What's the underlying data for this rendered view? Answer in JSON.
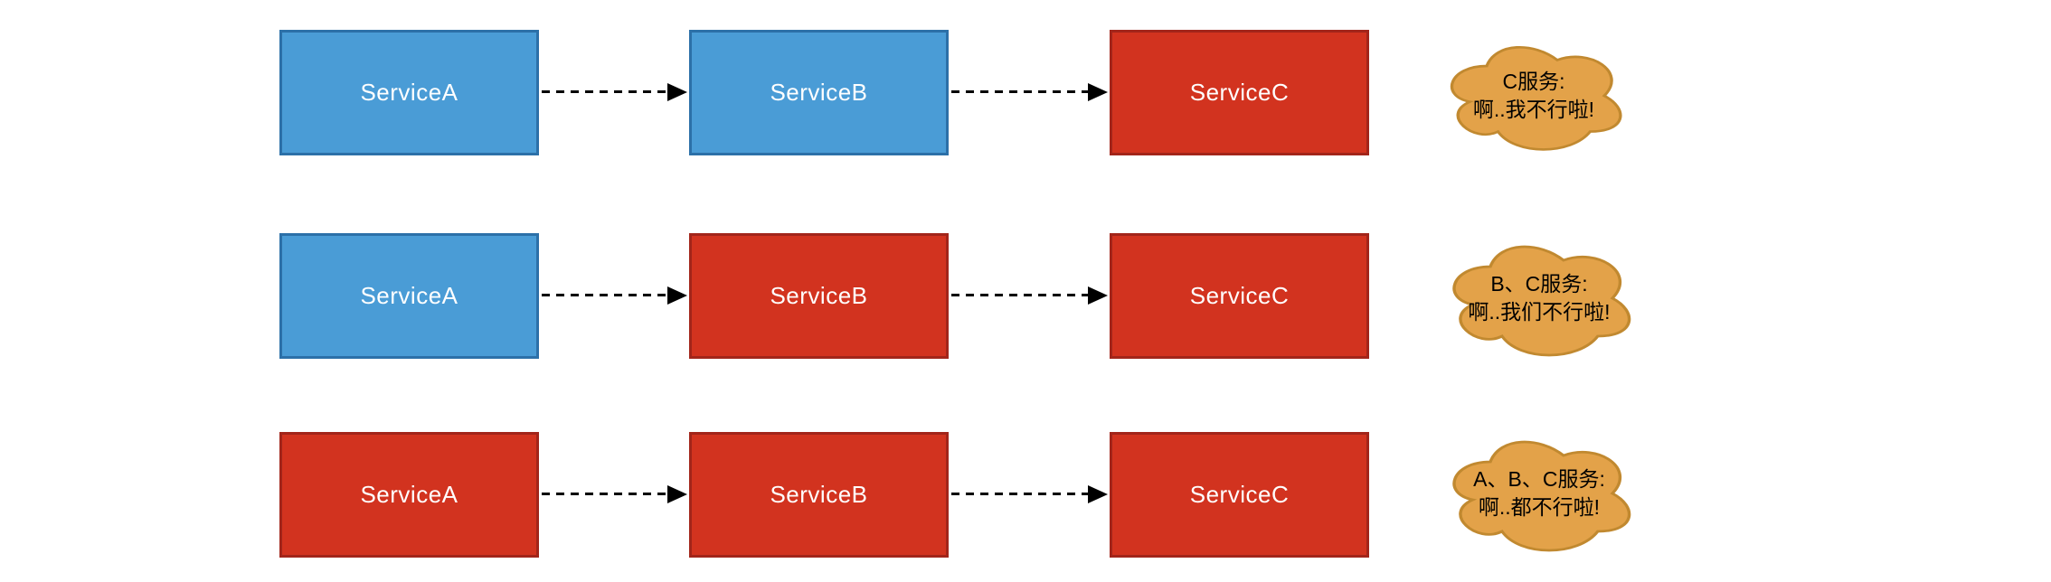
{
  "diagram_title": "service-cascade-failure-diagram",
  "colors": {
    "service_up_fill": "#4a9cd6",
    "service_up_border": "#2c70a8",
    "service_down_fill": "#d2331f",
    "service_down_border": "#a2251a",
    "cloud_fill": "#e3a249",
    "cloud_border": "#c18930",
    "arrow": "#000000",
    "box_text": "#ffffff",
    "cloud_text": "#000000"
  },
  "rows": [
    {
      "boxes": [
        {
          "label": "ServiceA",
          "status": "up",
          "fill": "#4a9cd6",
          "border": "#2c70a8"
        },
        {
          "label": "ServiceB",
          "status": "up",
          "fill": "#4a9cd6",
          "border": "#2c70a8"
        },
        {
          "label": "ServiceC",
          "status": "down",
          "fill": "#d2331f",
          "border": "#a2251a"
        }
      ],
      "cloud": {
        "line1": "C服务:",
        "line2": "啊..我不行啦!"
      }
    },
    {
      "boxes": [
        {
          "label": "ServiceA",
          "status": "up",
          "fill": "#4a9cd6",
          "border": "#2c70a8"
        },
        {
          "label": "ServiceB",
          "status": "down",
          "fill": "#d2331f",
          "border": "#a2251a"
        },
        {
          "label": "ServiceC",
          "status": "down",
          "fill": "#d2331f",
          "border": "#a2251a"
        }
      ],
      "cloud": {
        "line1": "B、C服务:",
        "line2": "啊..我们不行啦!"
      }
    },
    {
      "boxes": [
        {
          "label": "ServiceA",
          "status": "down",
          "fill": "#d2331f",
          "border": "#a2251a"
        },
        {
          "label": "ServiceB",
          "status": "down",
          "fill": "#d2331f",
          "border": "#a2251a"
        },
        {
          "label": "ServiceC",
          "status": "down",
          "fill": "#d2331f",
          "border": "#a2251a"
        }
      ],
      "cloud": {
        "line1": "A、B、C服务:",
        "line2": "啊..都不行啦!"
      }
    }
  ]
}
